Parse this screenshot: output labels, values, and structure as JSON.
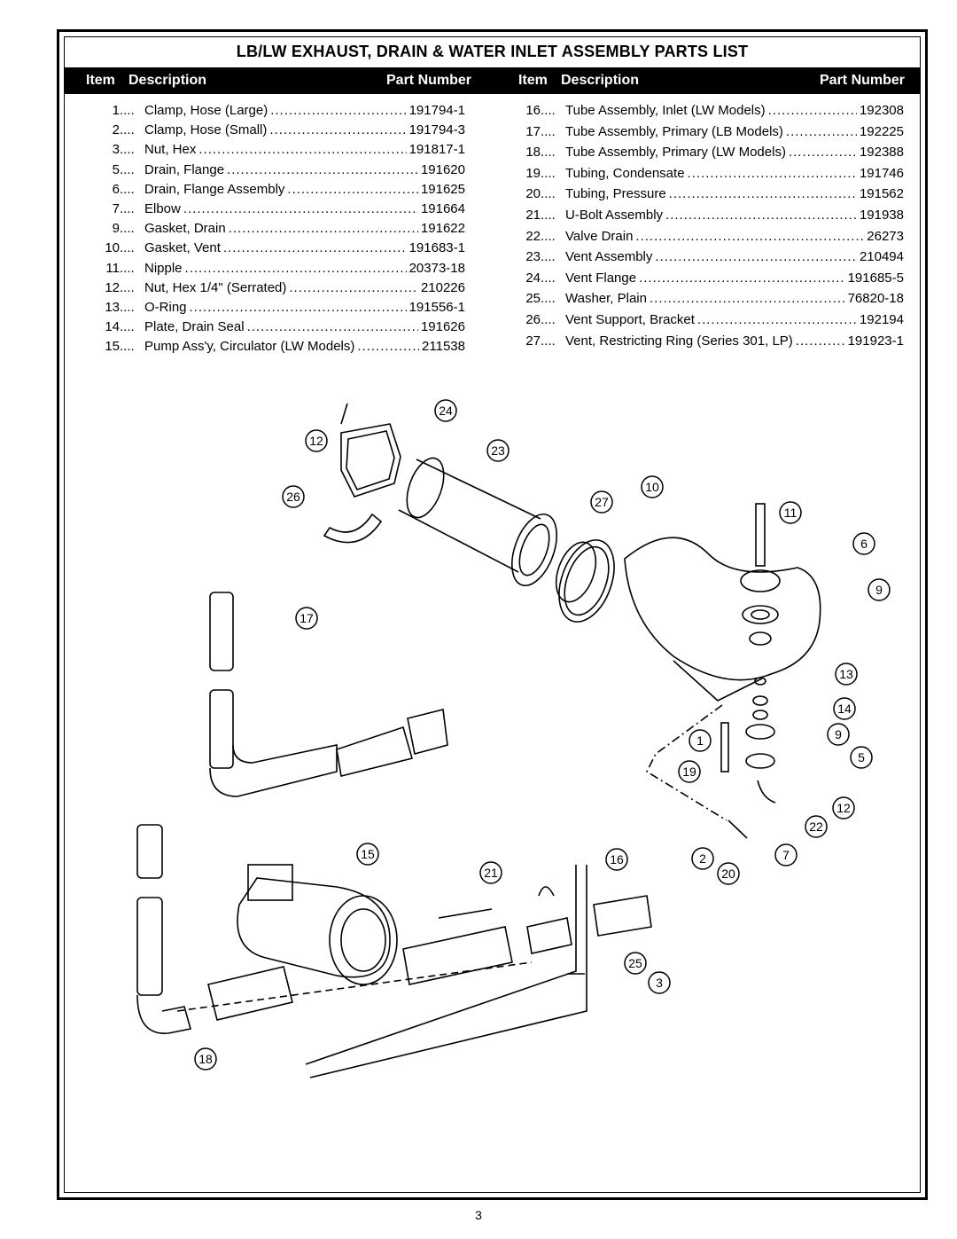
{
  "title": "LB/LW EXHAUST, DRAIN & WATER INLET ASSEMBLY PARTS LIST",
  "header": {
    "left": {
      "item": "Item",
      "description": "Description",
      "part_number": "Part Number"
    },
    "right": {
      "item": "Item",
      "description": "Description",
      "part_number": "Part Number"
    }
  },
  "parts_left": [
    {
      "item": "1",
      "description": "Clamp, Hose (Large)",
      "part_number": "191794-1"
    },
    {
      "item": "2",
      "description": "Clamp, Hose (Small)",
      "part_number": "191794-3"
    },
    {
      "item": "3",
      "description": "Nut, Hex",
      "part_number": "191817-1"
    },
    {
      "item": "5",
      "description": "Drain, Flange",
      "part_number": "191620"
    },
    {
      "item": "6",
      "description": "Drain, Flange Assembly",
      "part_number": "191625"
    },
    {
      "item": "7",
      "description": "Elbow",
      "part_number": "191664"
    },
    {
      "item": "9",
      "description": "Gasket, Drain",
      "part_number": "191622"
    },
    {
      "item": "10",
      "description": "Gasket, Vent",
      "part_number": "191683-1"
    },
    {
      "item": "11",
      "description": "Nipple",
      "part_number": "20373-18"
    },
    {
      "item": "12",
      "description": "Nut, Hex 1/4\" (Serrated)",
      "part_number": "210226"
    },
    {
      "item": "13",
      "description": "O-Ring",
      "part_number": "191556-1"
    },
    {
      "item": "14",
      "description": "Plate, Drain Seal",
      "part_number": "191626"
    },
    {
      "item": "15",
      "description": "Pump Ass'y, Circulator (LW Models)",
      "part_number": "211538"
    }
  ],
  "parts_right": [
    {
      "item": "16",
      "description": "Tube Assembly, Inlet (LW Models)",
      "part_number": "192308"
    },
    {
      "item": "17",
      "description": "Tube Assembly, Primary (LB Models)",
      "part_number": "192225"
    },
    {
      "item": "18",
      "description": "Tube Assembly, Primary (LW Models)",
      "part_number": "192388"
    },
    {
      "item": "19",
      "description": "Tubing, Condensate",
      "part_number": "191746"
    },
    {
      "item": "20",
      "description": "Tubing, Pressure",
      "part_number": "191562"
    },
    {
      "item": "21",
      "description": "U-Bolt Assembly",
      "part_number": "191938"
    },
    {
      "item": "22",
      "description": "Valve Drain",
      "part_number": "26273"
    },
    {
      "item": "23",
      "description": "Vent Assembly",
      "part_number": "210494"
    },
    {
      "item": "24",
      "description": "Vent Flange",
      "part_number": "191685-5"
    },
    {
      "item": "25",
      "description": "Washer, Plain",
      "part_number": "76820-18"
    },
    {
      "item": "26",
      "description": "Vent Support, Bracket",
      "part_number": "192194"
    },
    {
      "item": "27",
      "description": "Vent, Restricting Ring (Series 301, LP)",
      "part_number": "191923-1"
    }
  ],
  "callouts": [
    "24",
    "12",
    "23",
    "26",
    "27",
    "10",
    "11",
    "6",
    "9",
    "17",
    "13",
    "14",
    "1",
    "9",
    "5",
    "19",
    "12",
    "22",
    "7",
    "2",
    "20",
    "15",
    "21",
    "16",
    "25",
    "3",
    "18"
  ],
  "page_number": "3"
}
